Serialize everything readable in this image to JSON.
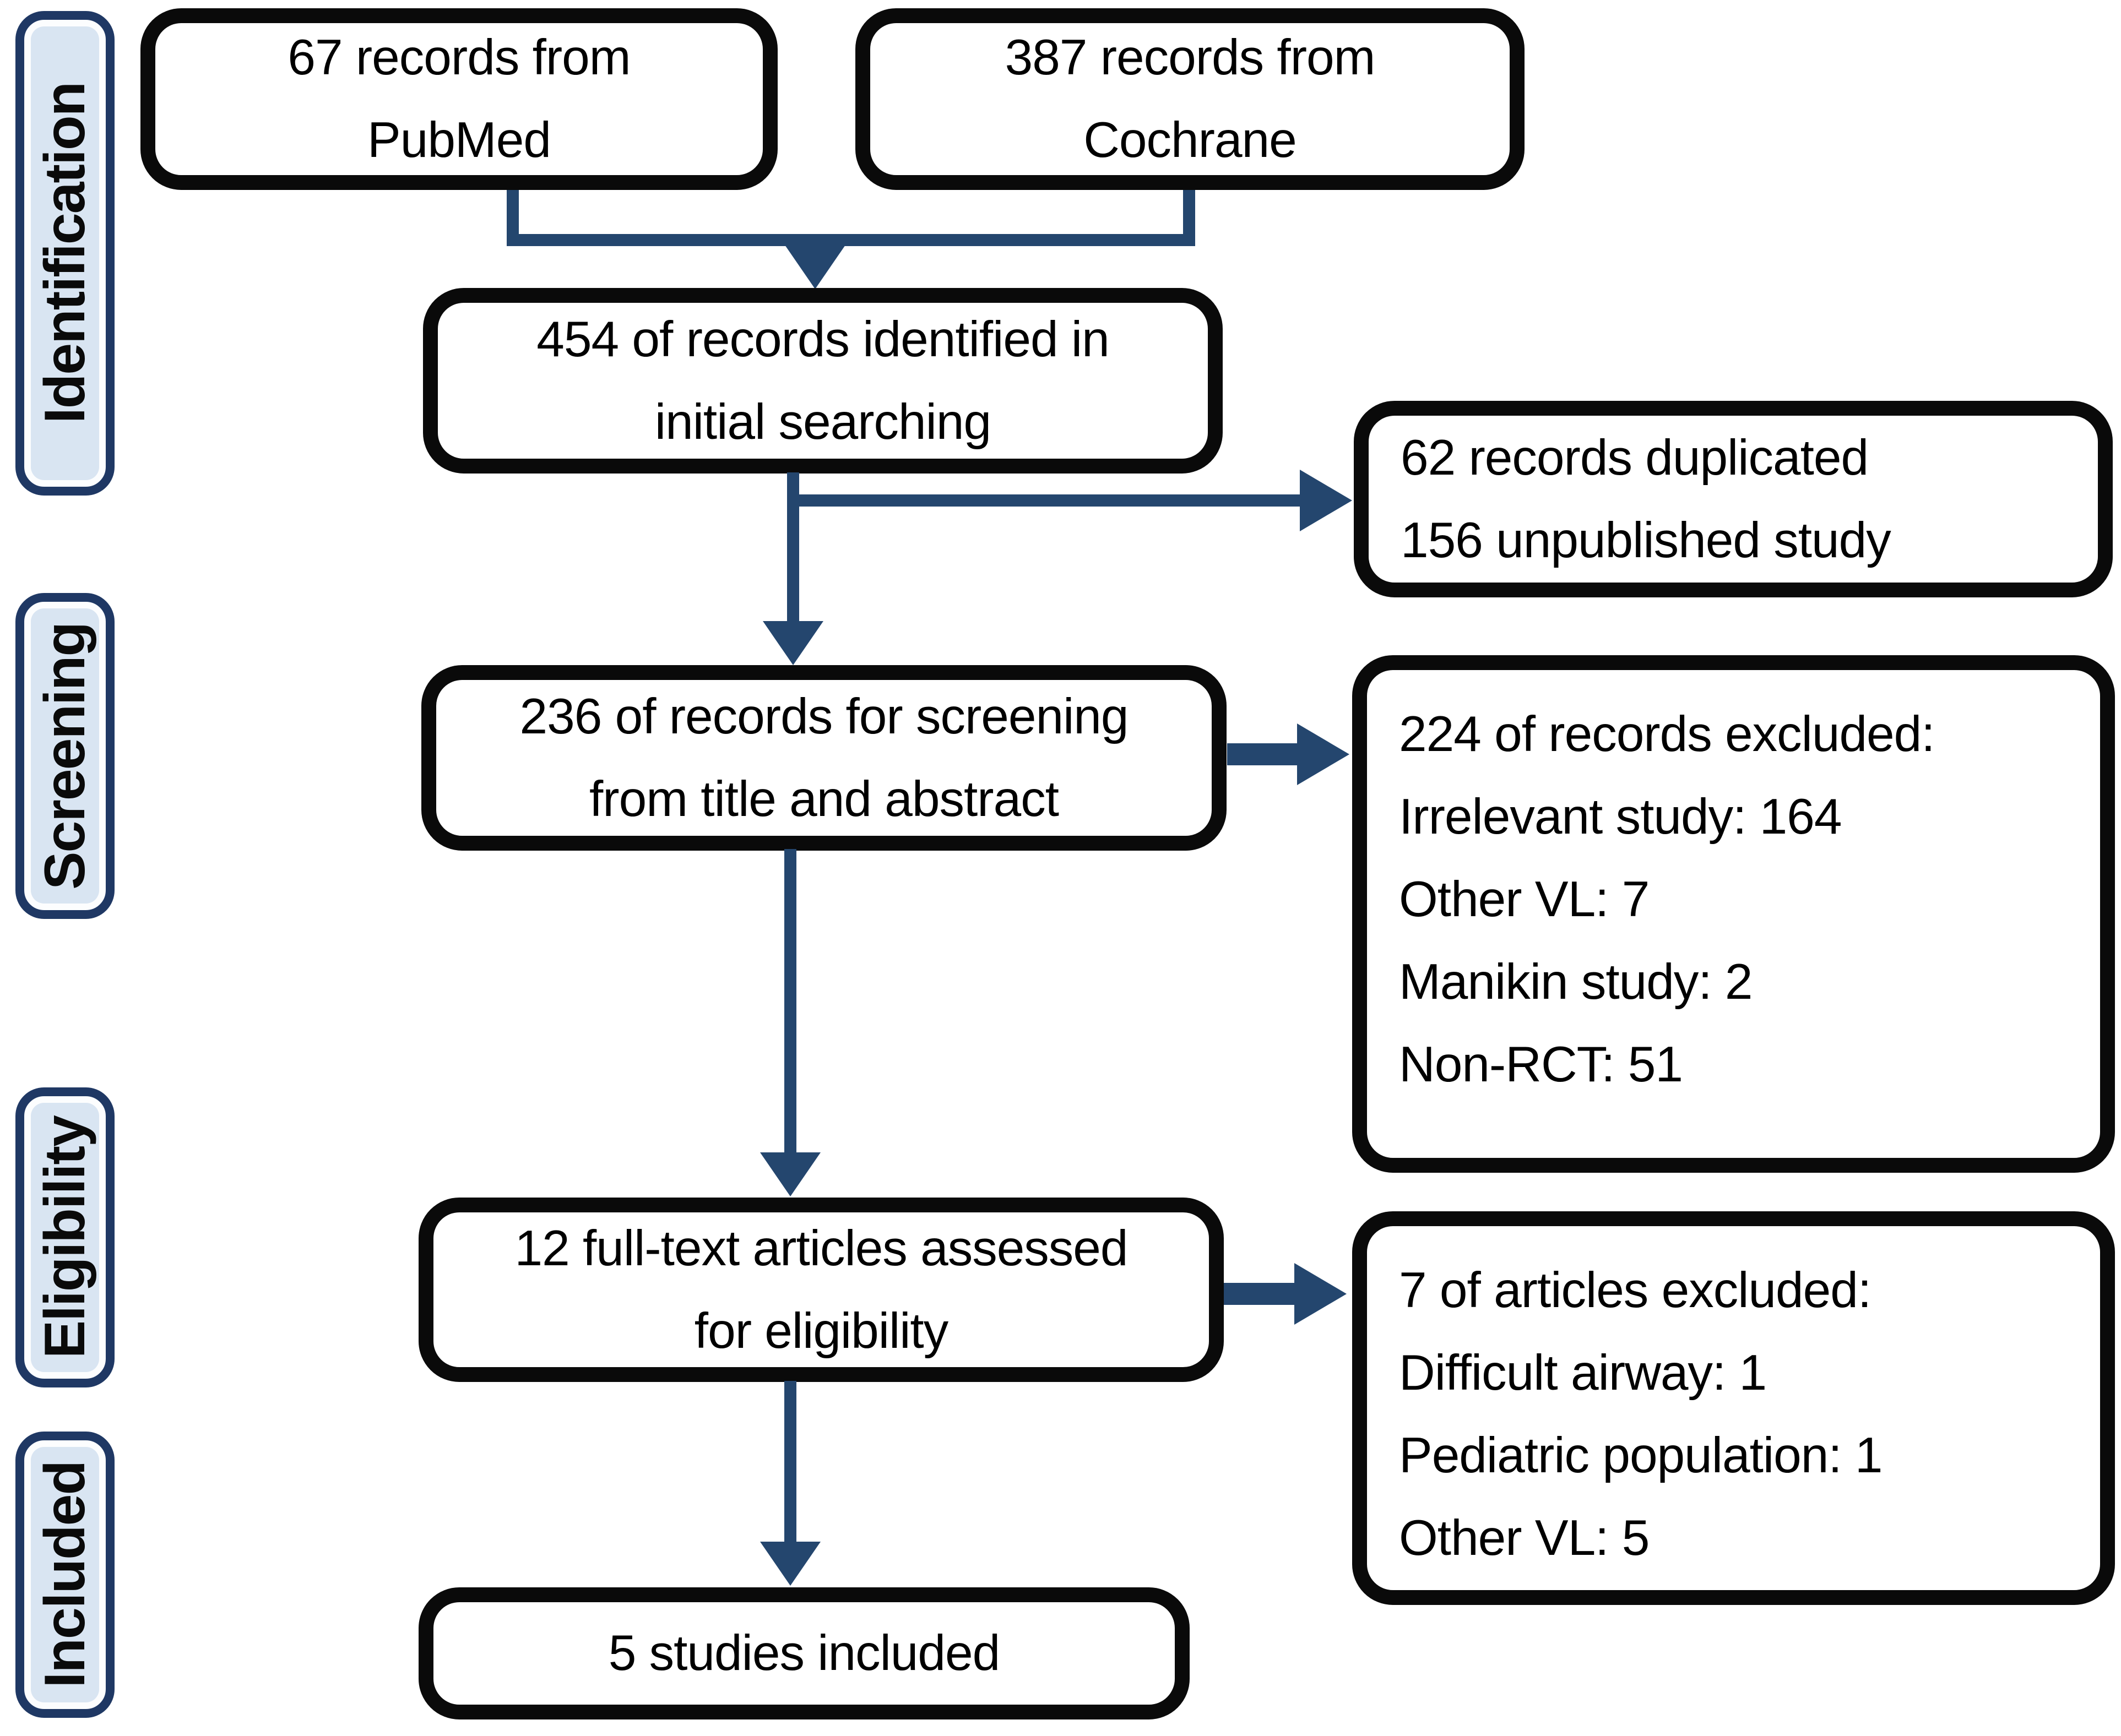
{
  "diagram": {
    "colors": {
      "arrow": "#24466e",
      "stage-border": "#1f3864",
      "stage-fill": "#d9e5f2",
      "box-border": "#0a0a0a"
    },
    "stages": [
      {
        "label": "Identification"
      },
      {
        "label": "Screening"
      },
      {
        "label": "Eligibility"
      },
      {
        "label": "Included"
      }
    ],
    "boxes": {
      "pubmed": {
        "lines": [
          "67 records from",
          "PubMed"
        ]
      },
      "cochrane": {
        "lines": [
          "387 records from",
          "Cochrane"
        ]
      },
      "identified": {
        "lines": [
          "454 of records identified in",
          "initial searching"
        ]
      },
      "duplicated": {
        "lines": [
          "62 records duplicated",
          "156 unpublished study"
        ]
      },
      "screening": {
        "lines": [
          "236 of records for screening",
          "from title and abstract"
        ]
      },
      "excluded_screening": {
        "lines": [
          "224 of records excluded:",
          "Irrelevant study: 164",
          "Other VL: 7",
          "Manikin study: 2",
          "Non-RCT: 51"
        ]
      },
      "fulltext": {
        "lines": [
          "12 full-text articles assessed",
          "for eligibility"
        ]
      },
      "excluded_eligibility": {
        "lines": [
          "7 of articles excluded:",
          "Difficult airway: 1",
          "Pediatric population: 1",
          "Other VL: 5"
        ]
      },
      "included": {
        "lines": [
          "5 studies included"
        ]
      }
    }
  }
}
